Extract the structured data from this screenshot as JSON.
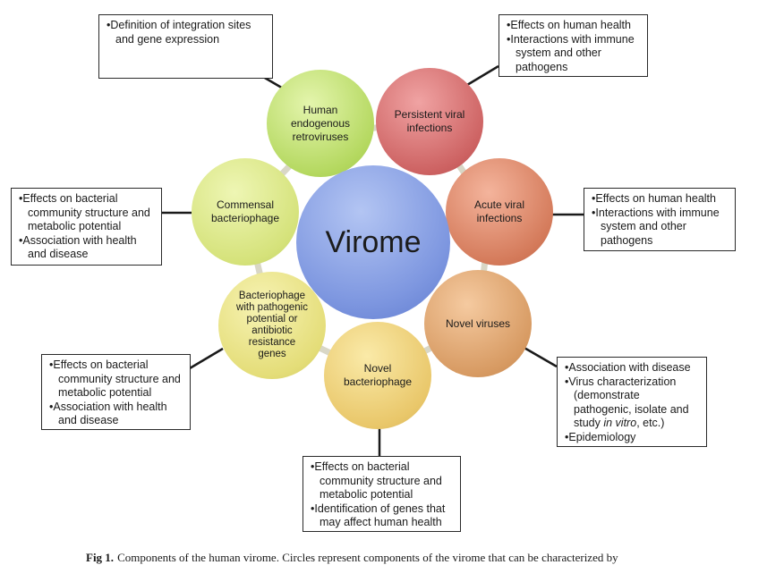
{
  "colors": {
    "center": "#7f98e0",
    "human_endogenous_retroviruses": "#bde06a",
    "persistent_viral_infections": "#c85f5f",
    "acute_viral_infections": "#d27a5a",
    "novel_viruses": "#d59a62",
    "novel_bacteriophage": "#e8c667",
    "bacteriophage_pathogenic": "#e6e07a",
    "commensal_bacteriophage": "#d8e47e",
    "connector": "#1a1a1a",
    "ring": "#d9d7c6"
  },
  "center": {
    "label": "Virome"
  },
  "nodes": {
    "herv": {
      "label": "Human endogenous retroviruses"
    },
    "persistent": {
      "label": "Persistent viral infections"
    },
    "acute": {
      "label": "Acute viral infections"
    },
    "novel_viruses": {
      "label": "Novel viruses"
    },
    "novel_phage": {
      "label": "Novel bacteriophage"
    },
    "patho_phage": {
      "label": "Bacteriophage with pathogenic potential or antibiotic resistance genes"
    },
    "commensal": {
      "label": "Commensal bacteriophage"
    }
  },
  "notes": {
    "herv": [
      "Definition of integration sites and gene expression"
    ],
    "persistent": [
      "Effects on human health",
      "Interactions with immune system and other pathogens"
    ],
    "acute": [
      "Effects on human health",
      "Interactions with immune system and other pathogens"
    ],
    "novel_viruses": {
      "item1": "Association with disease",
      "item2_before": "Virus characterization (demonstrate pathogenic, isolate and study ",
      "item2_italic": "in vitro",
      "item2_after": ", etc.)",
      "item3": "Epidemiology"
    },
    "novel_phage": [
      "Effects on bacterial community structure and metabolic potential",
      "Identification of genes that may affect human health"
    ],
    "patho_phage": [
      "Effects on bacterial community structure and metabolic potential",
      "Association with health and disease"
    ],
    "commensal": [
      "Effects on bacterial community structure and metabolic potential",
      "Association with health and disease"
    ]
  },
  "caption": {
    "label": "Fig 1.",
    "text": "Components of the human virome. Circles represent components of the virome that can be characterized by"
  }
}
